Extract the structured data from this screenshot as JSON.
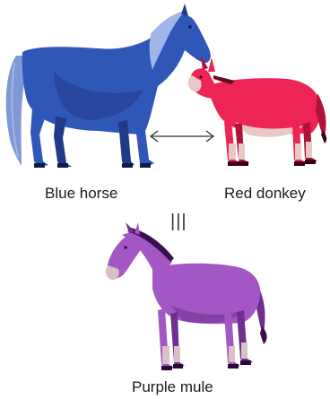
{
  "labels": {
    "horse": "Blue horse",
    "donkey": "Red donkey",
    "mule": "Purple mule",
    "equivalence": "|||"
  },
  "colors": {
    "horse_body": "#2f57b8",
    "horse_dark": "#1f3a86",
    "horse_mane": "#9fb6e6",
    "donkey_body": "#ee2456",
    "donkey_dark": "#b0123a",
    "donkey_light": "#e8c9c4",
    "mule_body": "#a257c4",
    "mule_dark": "#6f2f8f",
    "mule_light": "#d8c2c8",
    "arrow": "#333333"
  }
}
